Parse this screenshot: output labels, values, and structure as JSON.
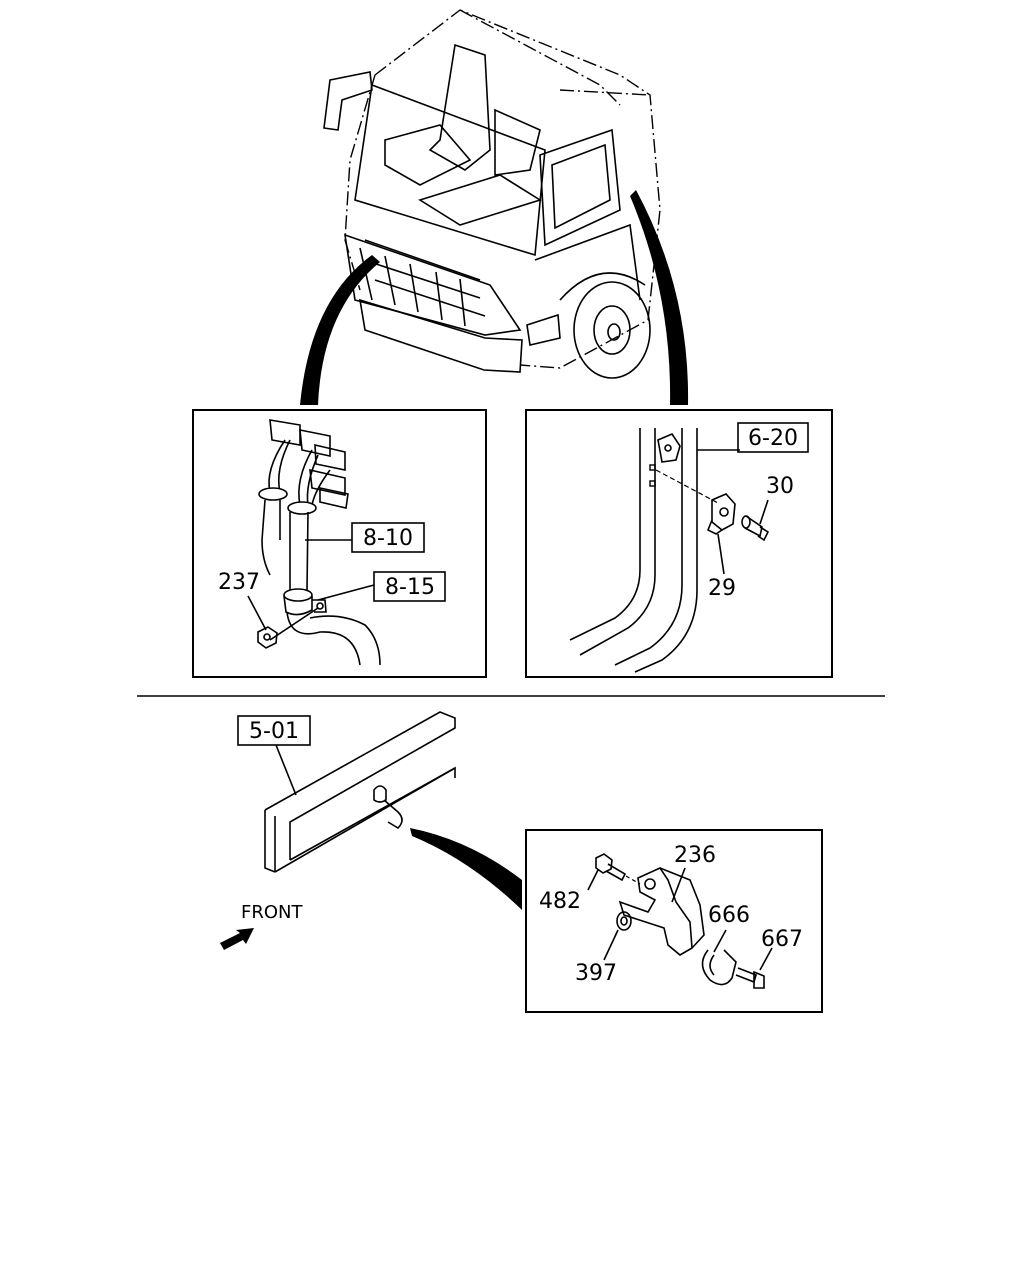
{
  "callouts": {
    "ref_8_10": "8-10",
    "ref_8_15": "8-15",
    "ref_6_20": "6-20",
    "ref_5_01": "5-01",
    "part_237": "237",
    "part_30": "30",
    "part_29": "29",
    "part_236": "236",
    "part_482": "482",
    "part_666": "666",
    "part_667": "667",
    "part_397": "397"
  },
  "direction_label": "FRONT"
}
